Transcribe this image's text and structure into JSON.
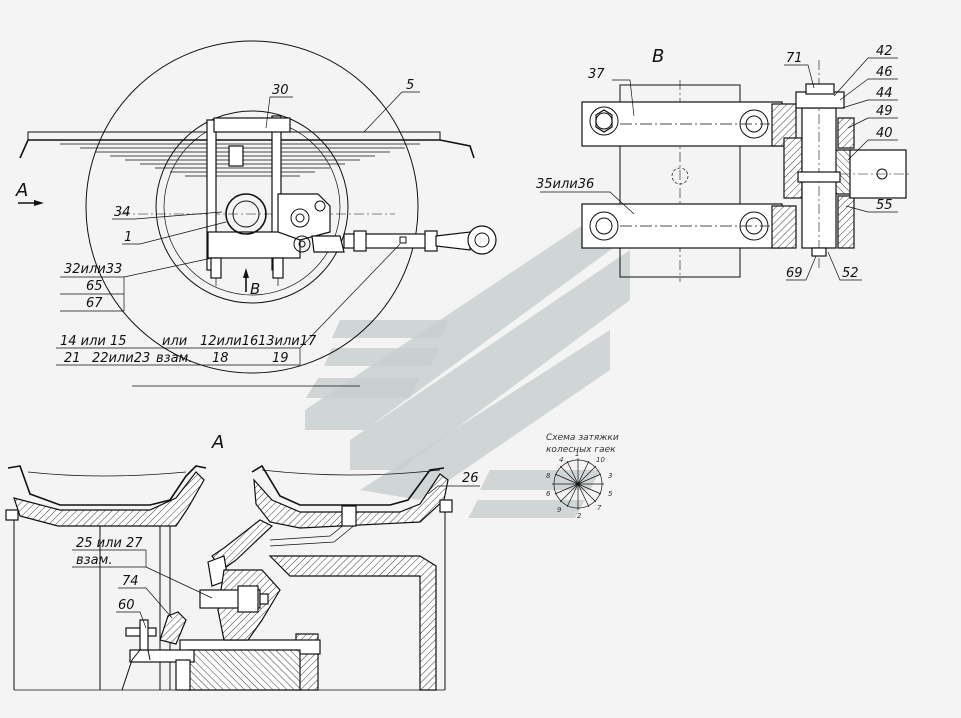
{
  "views": {
    "main_arrow": "A",
    "view_a": "A",
    "view_b": "B",
    "view_b_arrow": "B"
  },
  "callouts": {
    "c30": "30",
    "c5": "5",
    "c34": "34",
    "c1": "1",
    "c32": "32или33",
    "c65": "65",
    "c67": "67",
    "t14": "14 или 15",
    "tili": "или",
    "t12": "12или16",
    "t13": "13или17",
    "t21": "21",
    "t22": "22или23",
    "tvzam": "взам.",
    "t18": "18",
    "t19": "19",
    "c37": "37",
    "c35": "35или36",
    "c71": "71",
    "c42": "42",
    "c46": "46",
    "c44": "44",
    "c49": "49",
    "c40": "40",
    "c55": "55",
    "c69": "69",
    "c52": "52",
    "c26": "26",
    "c25": "25 или 27",
    "c25vzam": "взам.",
    "c74": "74",
    "c60": "60"
  },
  "torque_scheme": {
    "title_line1": "Схема затяжки",
    "title_line2": "колесных гаек",
    "numbers": [
      "1",
      "10",
      "3",
      "5",
      "7",
      "2",
      "9",
      "6",
      "8",
      "4"
    ]
  }
}
